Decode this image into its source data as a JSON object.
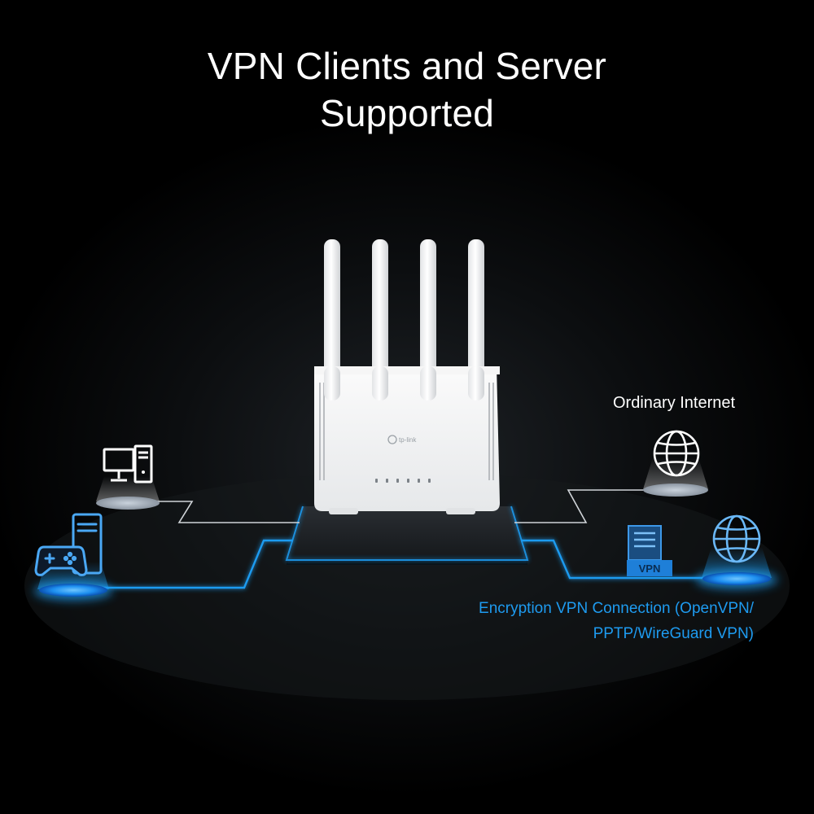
{
  "title": {
    "line1": "VPN Clients and Server",
    "line2": "Supported"
  },
  "labels": {
    "ordinary_internet": "Ordinary Internet",
    "vpn_line1": "Encryption VPN Connection (OpenVPN/",
    "vpn_line2": "PPTP/WireGuard VPN)"
  },
  "router": {
    "brand": "tp-link"
  },
  "vpn_badge": "VPN",
  "colors": {
    "background": "#000000",
    "text": "#ffffff",
    "accent_blue": "#1e9bf0",
    "line_gray": "#d0d4d8"
  },
  "icons": [
    "desktop-computer-icon",
    "gaming-console-icon",
    "globe-icon",
    "vpn-server-icon"
  ]
}
